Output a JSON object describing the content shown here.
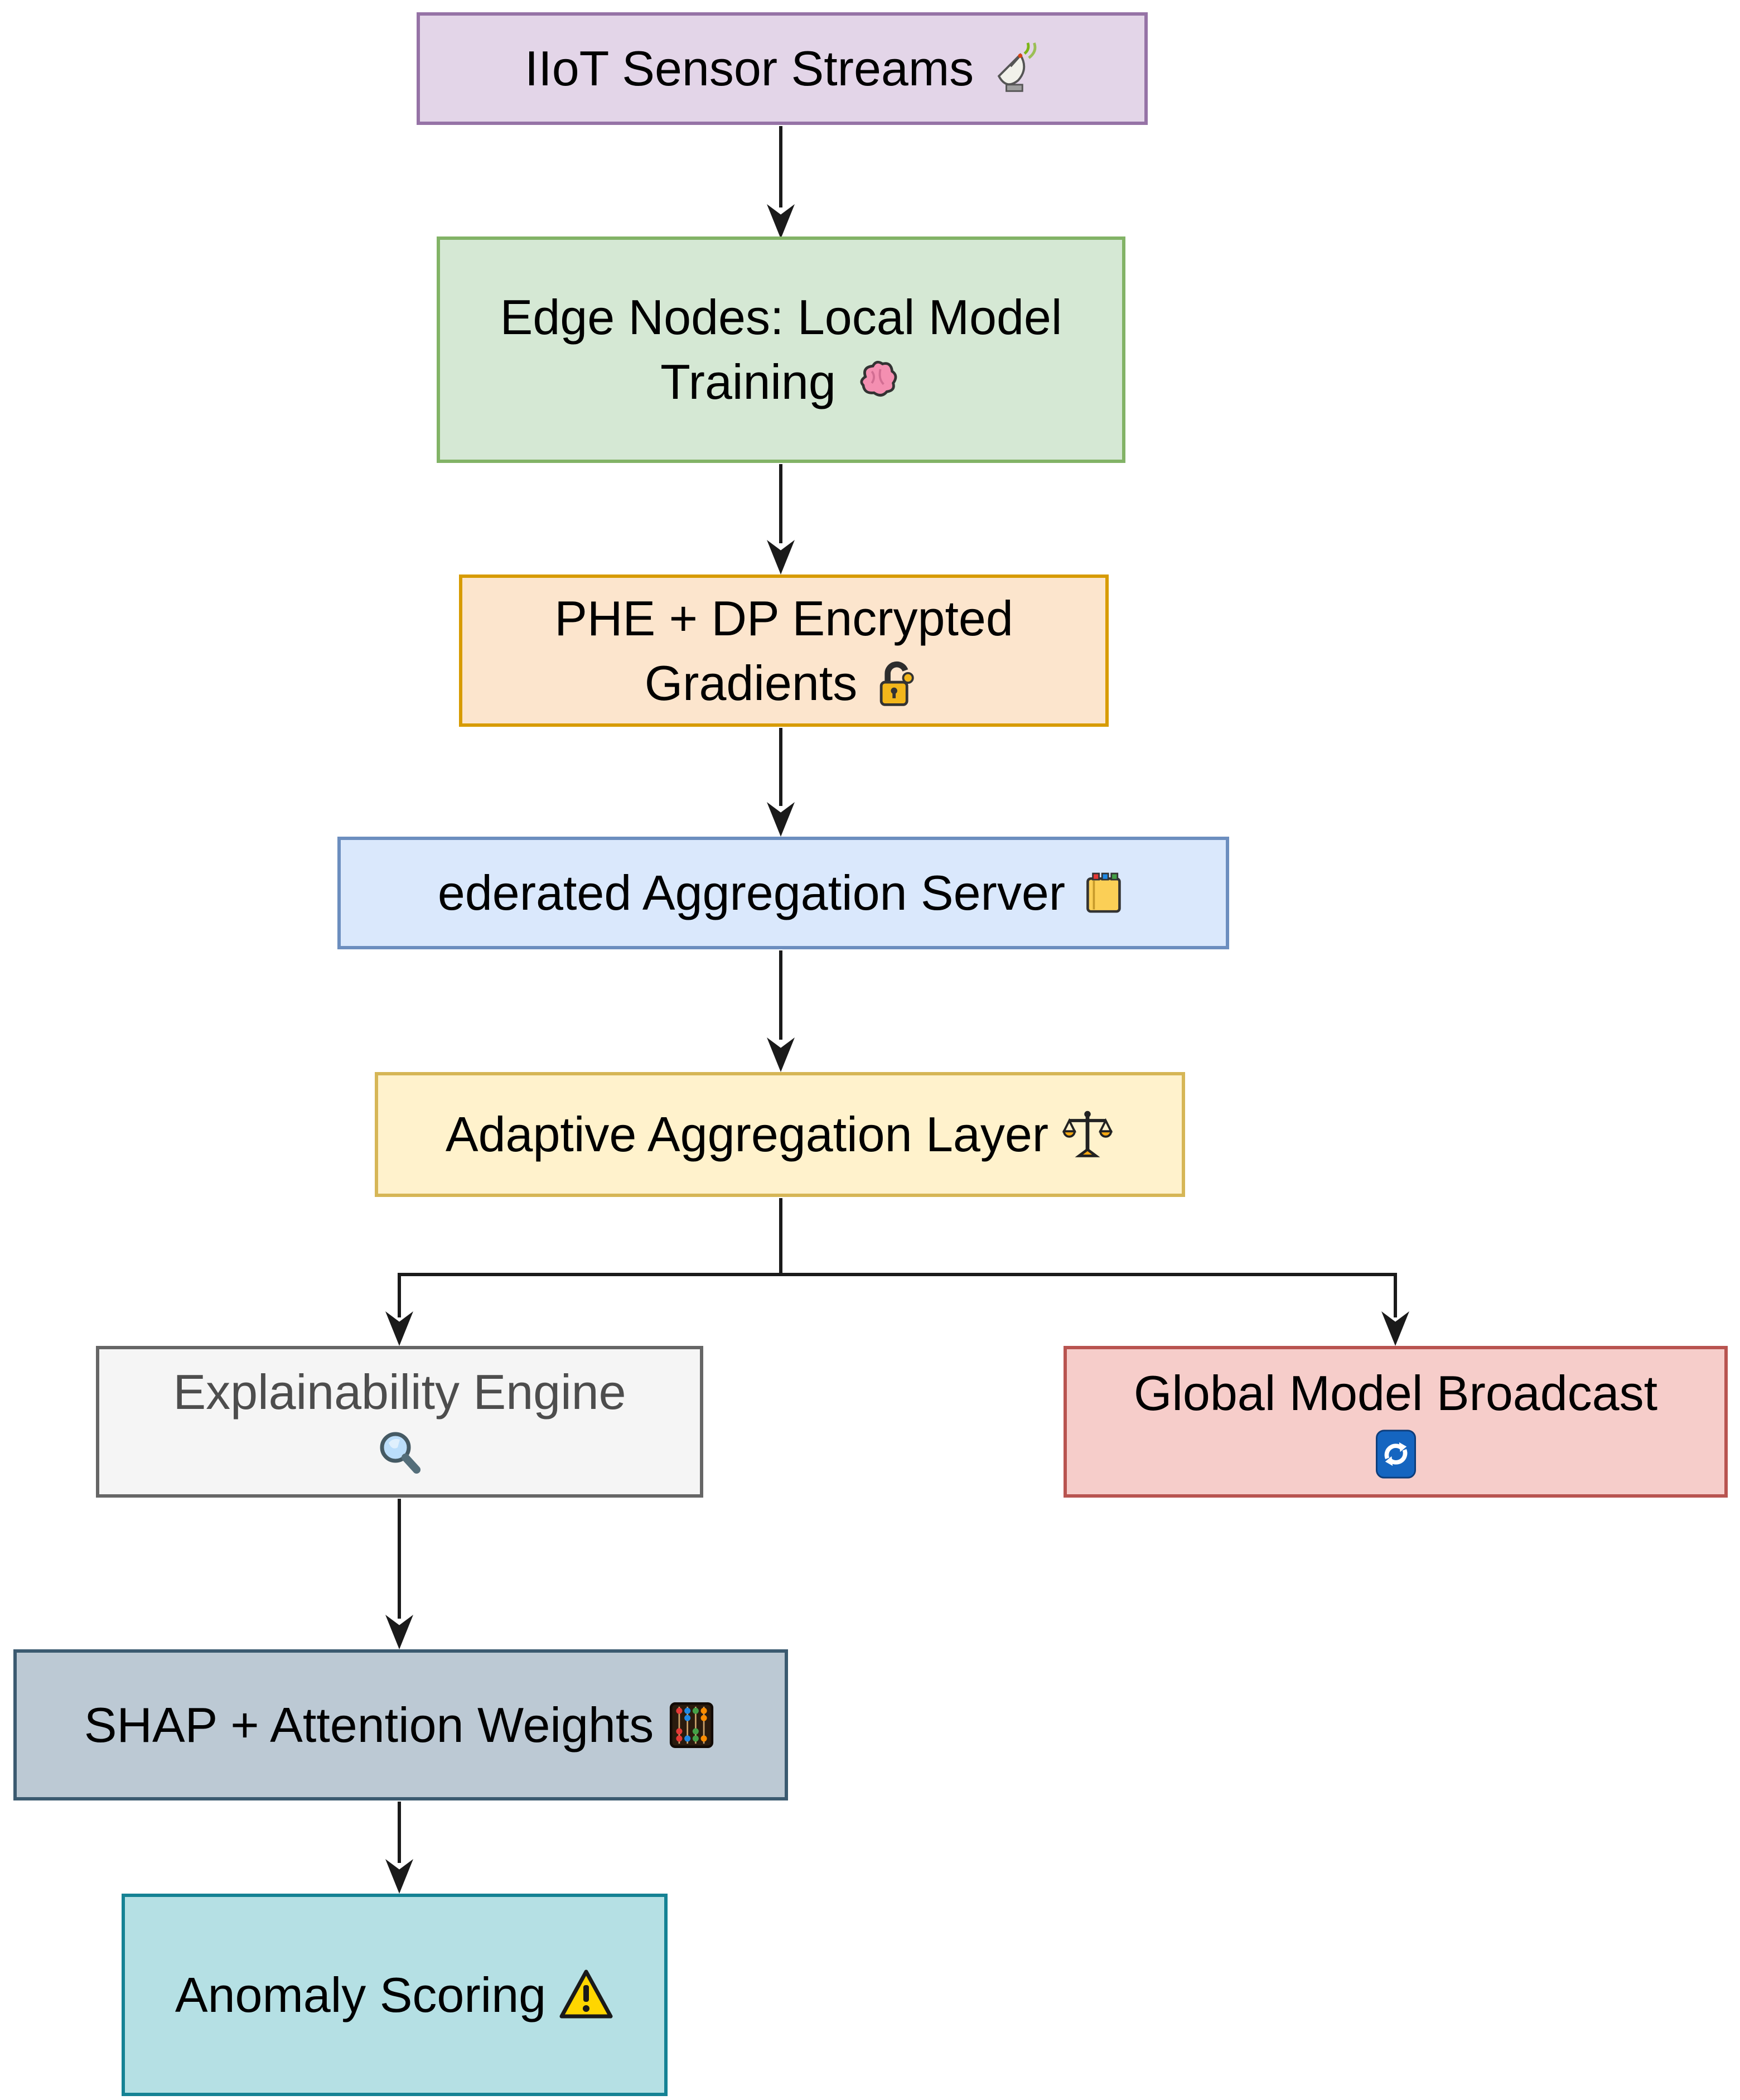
{
  "diagram": {
    "type": "flowchart",
    "background": "#ffffff",
    "arrow_color": "#1a1a1a",
    "nodes": [
      {
        "id": "iiot-sensor-streams",
        "lines": [
          "IIoT Sensor Streams"
        ],
        "icon": "satellite-antenna",
        "fill": "#E3D5E8",
        "border": "#9673A6",
        "text_color": "#000000"
      },
      {
        "id": "edge-nodes-local-model-training",
        "lines": [
          "Edge Nodes: Local Model",
          "Training"
        ],
        "icon": "brain",
        "fill": "#D5E8D4",
        "border": "#82B366",
        "text_color": "#000000"
      },
      {
        "id": "phe-dp-encrypted-gradients",
        "lines": [
          "PHE + DP Encrypted",
          "Gradients"
        ],
        "icon": "open-padlock",
        "fill": "#FCE5CD",
        "border": "#D79B00",
        "text_color": "#000000"
      },
      {
        "id": "federated-aggregation-server",
        "lines": [
          "ederated Aggregation Server"
        ],
        "icon": "ledger",
        "fill": "#DAE8FC",
        "border": "#6C8EBF",
        "text_color": "#000000"
      },
      {
        "id": "adaptive-aggregation-layer",
        "lines": [
          "Adaptive Aggregation Layer"
        ],
        "icon": "balance-scale",
        "fill": "#FFF2CC",
        "border": "#D6B656",
        "text_color": "#000000"
      },
      {
        "id": "explainability-engine",
        "lines": [
          "Explainability Engine"
        ],
        "icon": "magnifying-glass",
        "fill": "#F5F5F5",
        "border": "#666666",
        "text_color": "#4D4D4D"
      },
      {
        "id": "global-model-broadcast",
        "lines": [
          "Global Model Broadcast"
        ],
        "icon": "refresh-arrows",
        "fill": "#F6CDCA",
        "border": "#B85450",
        "text_color": "#000000"
      },
      {
        "id": "shap-attention-weights",
        "lines": [
          "SHAP + Attention Weights"
        ],
        "icon": "abacus",
        "fill": "#BCC9D4",
        "border": "#3B5A70",
        "text_color": "#000000"
      },
      {
        "id": "anomaly-scoring",
        "lines": [
          "Anomaly Scoring"
        ],
        "icon": "warning-triangle",
        "fill": "#B5E0E4",
        "border": "#158294",
        "text_color": "#000000"
      }
    ],
    "edges": [
      {
        "from": "iiot-sensor-streams",
        "to": "edge-nodes-local-model-training"
      },
      {
        "from": "edge-nodes-local-model-training",
        "to": "phe-dp-encrypted-gradients"
      },
      {
        "from": "phe-dp-encrypted-gradients",
        "to": "federated-aggregation-server"
      },
      {
        "from": "federated-aggregation-server",
        "to": "adaptive-aggregation-layer"
      },
      {
        "from": "adaptive-aggregation-layer",
        "to": "explainability-engine"
      },
      {
        "from": "adaptive-aggregation-layer",
        "to": "global-model-broadcast"
      },
      {
        "from": "explainability-engine",
        "to": "shap-attention-weights"
      },
      {
        "from": "shap-attention-weights",
        "to": "anomaly-scoring"
      }
    ]
  }
}
